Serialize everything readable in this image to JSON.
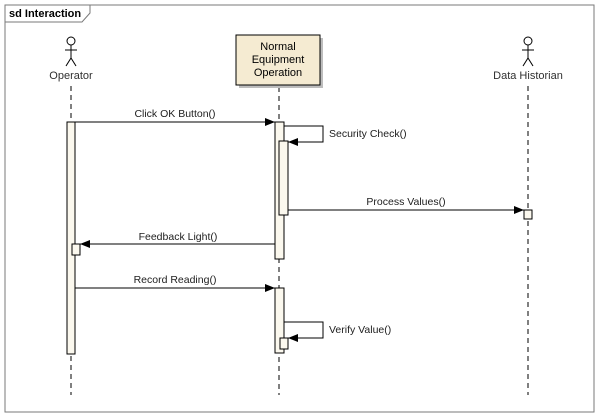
{
  "diagram": {
    "frame_title": "sd Interaction",
    "colors": {
      "activation_fill": "#fbf8ee",
      "lifeline_box_fill": "#f5ebd2",
      "line": "#000000",
      "frame_border": "#7a7a7a"
    },
    "participants": {
      "operator": {
        "name": "Operator",
        "kind": "actor"
      },
      "equipment": {
        "name_lines": [
          "Normal",
          "Equipment",
          "Operation"
        ],
        "kind": "lifeline-box"
      },
      "historian": {
        "name": "Data Historian",
        "kind": "actor"
      }
    },
    "messages": [
      {
        "label": "Click OK Button()",
        "from": "Operator",
        "to": "Normal Equipment Operation"
      },
      {
        "label": "Security Check()",
        "from": "Normal Equipment Operation",
        "to": "Normal Equipment Operation"
      },
      {
        "label": "Process Values()",
        "from": "Normal Equipment Operation",
        "to": "Data Historian"
      },
      {
        "label": "Feedback Light()",
        "from": "Normal Equipment Operation",
        "to": "Operator"
      },
      {
        "label": "Record Reading()",
        "from": "Operator",
        "to": "Normal Equipment Operation"
      },
      {
        "label": "Verify Value()",
        "from": "Normal Equipment Operation",
        "to": "Normal Equipment Operation"
      }
    ]
  }
}
